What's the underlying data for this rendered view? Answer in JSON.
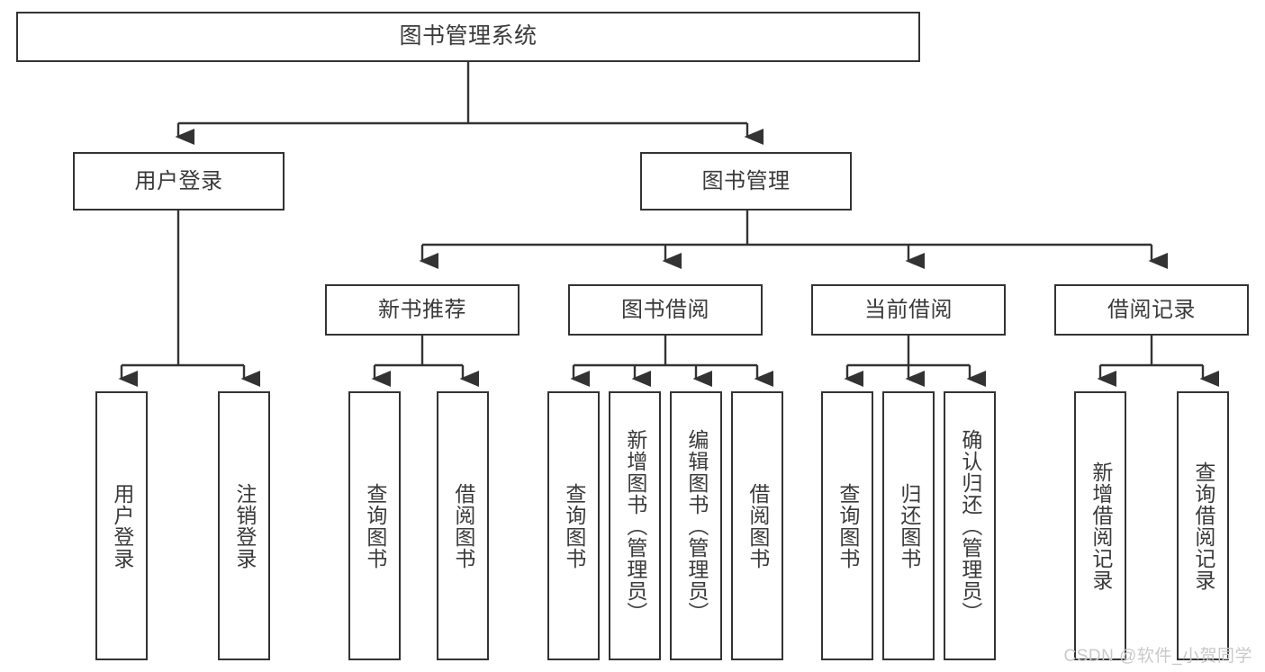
{
  "diagram": {
    "title": "图书管理系统",
    "type": "tree-hierarchy",
    "colors": {
      "stroke": "#333333",
      "fill": "#ffffff",
      "text": "#3a3a3a",
      "watermark": "#c9c9c9"
    },
    "root": {
      "label": "图书管理系统"
    },
    "level2": [
      {
        "label": "用户登录"
      },
      {
        "label": "图书管理"
      }
    ],
    "level3": [
      {
        "label": "新书推荐"
      },
      {
        "label": "图书借阅"
      },
      {
        "label": "当前借阅"
      },
      {
        "label": "借阅记录"
      }
    ],
    "leaves": {
      "user_login": [
        {
          "label": "用户登录"
        },
        {
          "label": "注销登录"
        }
      ],
      "new_book": [
        {
          "label": "查询图书"
        },
        {
          "label": "借阅图书"
        }
      ],
      "book_borrow": [
        {
          "label": "查询图书"
        },
        {
          "label": "新增图书（管理员）"
        },
        {
          "label": "编辑图书（管理员）"
        },
        {
          "label": "借阅图书"
        }
      ],
      "current_borrow": [
        {
          "label": "查询图书"
        },
        {
          "label": "归还图书"
        },
        {
          "label": "确认归还（管理员）"
        }
      ],
      "borrow_record": [
        {
          "label": "新增借阅记录"
        },
        {
          "label": "查询借阅记录"
        }
      ]
    }
  },
  "watermark": {
    "text": "CSDN @软件_小贺同学"
  }
}
